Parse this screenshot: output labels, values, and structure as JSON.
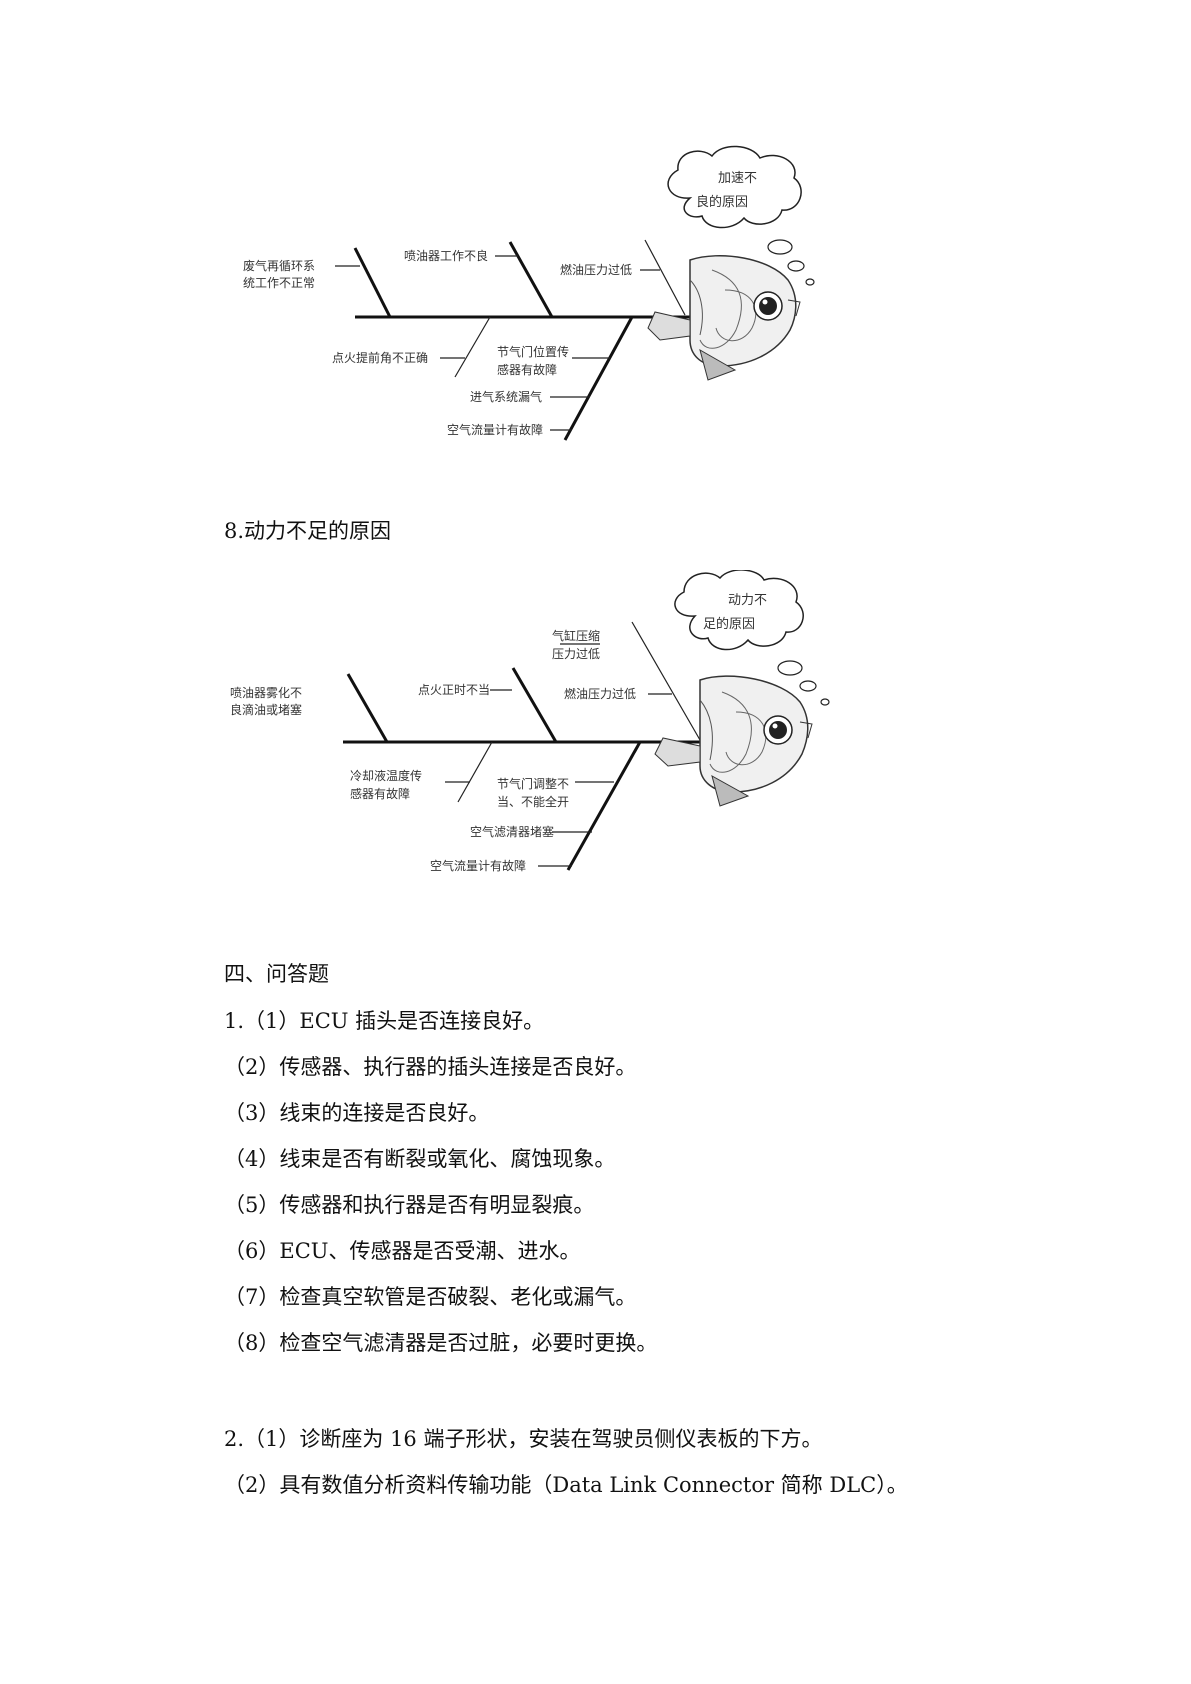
{
  "diagram1": {
    "head": [
      "加速不",
      "良的原因"
    ],
    "top_causes": [
      {
        "lines": [
          "废气再循环系",
          "统工作不正常"
        ]
      },
      {
        "lines": [
          "喷油器工作不良"
        ]
      },
      {
        "lines": [
          "燃油压力过低"
        ]
      }
    ],
    "bottom_causes": [
      {
        "lines": [
          "点火提前角不正确"
        ]
      },
      {
        "lines": [
          "节气门位置传",
          "感器有故障"
        ]
      },
      {
        "lines": [
          "进气系统漏气"
        ]
      },
      {
        "lines": [
          "空气流量计有故障"
        ]
      }
    ]
  },
  "section8_title": "8.动力不足的原因",
  "diagram2": {
    "head": [
      "动力不",
      "足的原因"
    ],
    "top_causes": [
      {
        "lines": [
          "喷油器雾化不",
          "良滴油或堵塞"
        ]
      },
      {
        "lines": [
          "点火正时不当"
        ]
      },
      {
        "lines": [
          "气缸压缩",
          "压力过低"
        ]
      },
      {
        "lines": [
          "燃油压力过低"
        ]
      }
    ],
    "bottom_causes": [
      {
        "lines": [
          "冷却液温度传",
          "感器有故障"
        ]
      },
      {
        "lines": [
          "节气门调整不",
          "当、不能全开"
        ]
      },
      {
        "lines": [
          "空气滤清器堵塞"
        ]
      },
      {
        "lines": [
          "空气流量计有故障"
        ]
      }
    ]
  },
  "section4_title": "四、问答题",
  "q1": [
    "1.（1）ECU 插头是否连接良好。",
    "（2）传感器、执行器的插头连接是否良好。",
    "（3）线束的连接是否良好。",
    "（4）线束是否有断裂或氧化、腐蚀现象。",
    "（5）传感器和执行器是否有明显裂痕。",
    "（6）ECU、传感器是否受潮、进水。",
    "（7）检查真空软管是否破裂、老化或漏气。",
    "（8）检查空气滤清器是否过脏，必要时更换。"
  ],
  "q2": [
    "2.（1）诊断座为 16 端子形状，安装在驾驶员侧仪表板的下方。",
    "（2）具有数值分析资料传输功能（Data Link Connector 简称 DLC）。"
  ]
}
